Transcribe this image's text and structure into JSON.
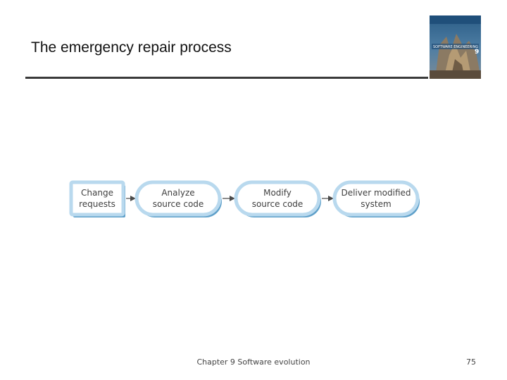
{
  "slide": {
    "title": "The emergency repair process"
  },
  "diagram": {
    "nodes": [
      {
        "id": "change-requests",
        "shape": "document",
        "lines": [
          "Change",
          "requests"
        ]
      },
      {
        "id": "analyze-source-code",
        "shape": "process",
        "lines": [
          "Analyze",
          "source code"
        ]
      },
      {
        "id": "modify-source-code",
        "shape": "process",
        "lines": [
          "Modify",
          "source code"
        ]
      },
      {
        "id": "deliver-modified-system",
        "shape": "process",
        "lines": [
          "Deliver modified",
          "system"
        ]
      }
    ],
    "edges": [
      {
        "from": "change-requests",
        "to": "analyze-source-code"
      },
      {
        "from": "analyze-source-code",
        "to": "modify-source-code"
      },
      {
        "from": "modify-source-code",
        "to": "deliver-modified-system"
      }
    ]
  },
  "book_cover": {
    "title_lines": [
      "SOFTWARE ENGINEERING",
      "9"
    ]
  },
  "footer": {
    "chapter": "Chapter 9 Software evolution",
    "page_number": "75"
  },
  "colors": {
    "node_border": "#b9d9ee",
    "node_fill": "#ffffff",
    "node_shadow": "#5d9fc9",
    "text": "#3f3f3f",
    "arrow": "#4a4a4a",
    "rule": "#3a3a3a"
  }
}
